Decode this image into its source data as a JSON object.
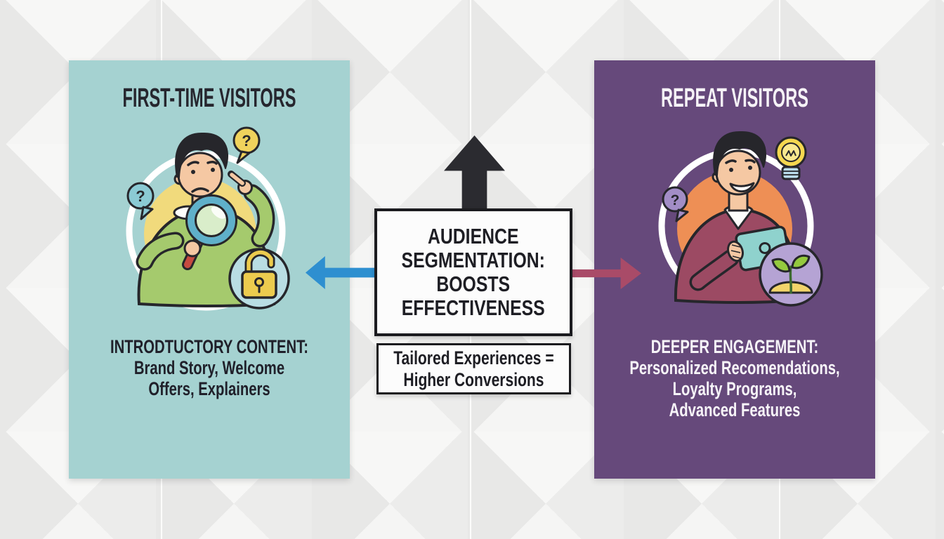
{
  "panels": {
    "left": {
      "title": "FIRST-TIME VISITORS",
      "heading": "INTRODTUCTORY CONTENT:",
      "lines": [
        "Brand Story, Welcome",
        "Offers, Explainers"
      ]
    },
    "right": {
      "title": "REPEAT VISITORS",
      "heading": "DEEPER ENGAGEMENT:",
      "lines": [
        "Personalized Recomendations,",
        "Loyalty Programs,",
        "Advanced Features"
      ]
    }
  },
  "center": {
    "main_lines": [
      "AUDIENCE",
      "SEGMENTATION:",
      "BOOSTS",
      "EFFECTIVENESS"
    ],
    "sub_lines": [
      "Tailored Experiences =",
      "Higher Conversions"
    ]
  },
  "icons": {
    "question_mark": "?",
    "left_badges": [
      "question-bubble-teal",
      "question-bubble-yellow",
      "unlocked-padlock",
      "magnifier"
    ],
    "right_badges": [
      "question-bubble-purple",
      "lightbulb",
      "sprout",
      "tablet"
    ]
  },
  "colors": {
    "left_panel": "#a5d2d1",
    "right_panel": "#66497b",
    "left_arrow": "#2e8fd0",
    "right_arrow": "#a94b68",
    "up_arrow": "#2b2b30",
    "box_border": "#1b1b1f",
    "box_background": "#fcfcfc",
    "title_dark": "#26262e",
    "title_light": "#f6f3f7"
  }
}
